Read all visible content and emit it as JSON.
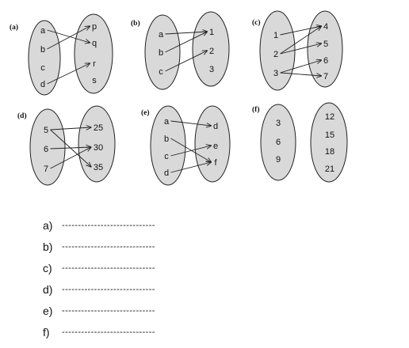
{
  "panels": [
    {
      "label": "(a)",
      "domain": [
        "a",
        "b",
        "c",
        "d"
      ],
      "codomain": [
        "p",
        "q",
        "r",
        "s"
      ],
      "arrows": [
        [
          0,
          1
        ],
        [
          1,
          0
        ],
        [
          3,
          2
        ]
      ]
    },
    {
      "label": "(b)",
      "domain": [
        "a",
        "b",
        "c"
      ],
      "codomain": [
        "1",
        "2",
        "3"
      ],
      "arrows": [
        [
          0,
          0
        ],
        [
          1,
          0
        ],
        [
          2,
          1
        ]
      ]
    },
    {
      "label": "(c)",
      "domain": [
        "1",
        "2",
        "3"
      ],
      "codomain": [
        "4",
        "5",
        "6",
        "7"
      ],
      "arrows": [
        [
          0,
          0
        ],
        [
          1,
          0
        ],
        [
          1,
          1
        ],
        [
          2,
          2
        ],
        [
          2,
          3
        ]
      ]
    },
    {
      "label": "(d)",
      "domain": [
        "5",
        "6",
        "7"
      ],
      "codomain": [
        "25",
        "30",
        "35"
      ],
      "arrows": [
        [
          0,
          0
        ],
        [
          0,
          2
        ],
        [
          1,
          1
        ],
        [
          2,
          1
        ]
      ]
    },
    {
      "label": "(e)",
      "domain": [
        "a",
        "b",
        "c",
        "d"
      ],
      "codomain": [
        "d",
        "e",
        "f"
      ],
      "arrows": [
        [
          0,
          0
        ],
        [
          1,
          2
        ],
        [
          2,
          1
        ],
        [
          3,
          2
        ]
      ]
    },
    {
      "label": "(f)",
      "domain": [
        "3",
        "6",
        "9"
      ],
      "codomain": [
        "12",
        "15",
        "18",
        "21"
      ],
      "arrows": []
    }
  ],
  "answers": [
    {
      "label": "a)",
      "line": "-----------------------------"
    },
    {
      "label": "b)",
      "line": "-----------------------------"
    },
    {
      "label": "c)",
      "line": "-----------------------------"
    },
    {
      "label": "d)",
      "line": "-----------------------------"
    },
    {
      "label": "e)",
      "line": "-----------------------------"
    },
    {
      "label": "f)",
      "line": "-----------------------------"
    }
  ]
}
